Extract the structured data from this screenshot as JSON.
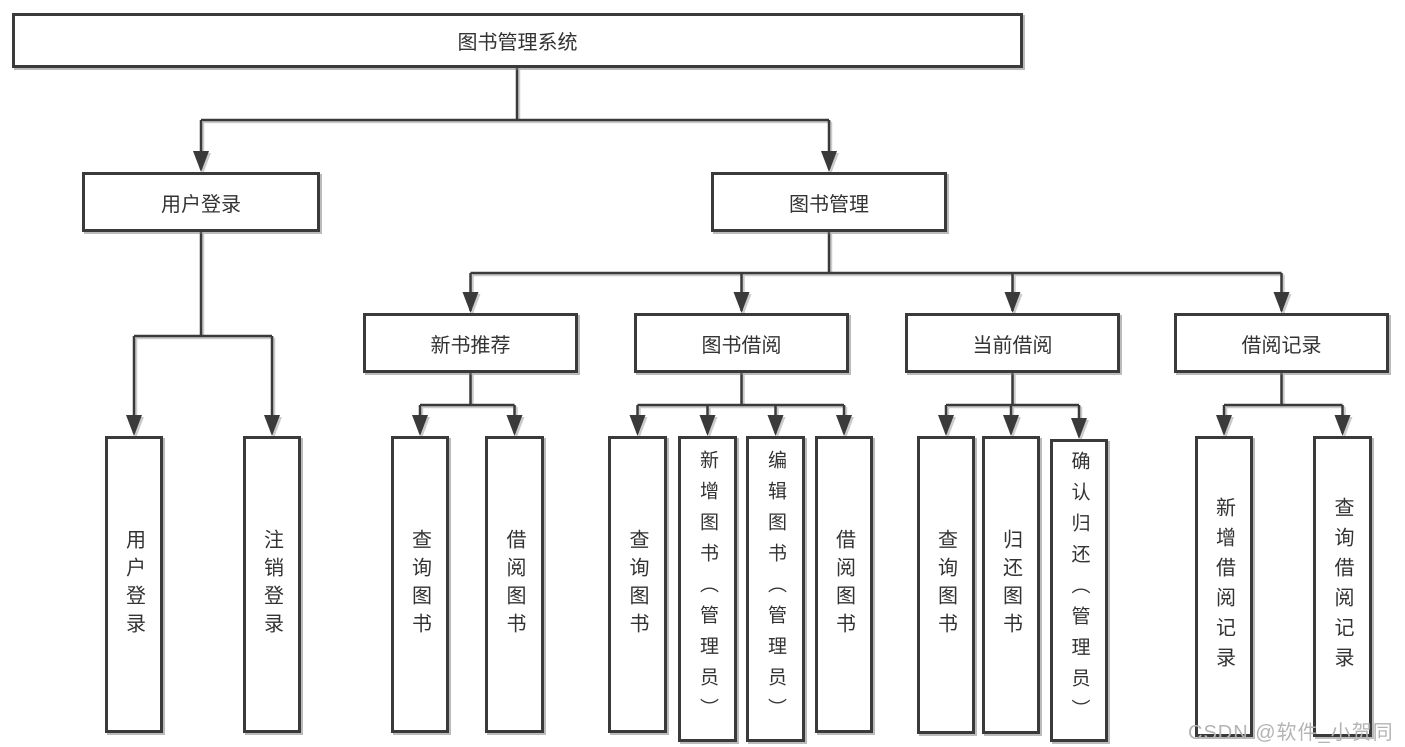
{
  "tree": {
    "root": {
      "label": "图书管理系统",
      "children": [
        {
          "label": "用户登录",
          "children": [
            {
              "label": "用户登录"
            },
            {
              "label": "注销登录"
            }
          ]
        },
        {
          "label": "图书管理",
          "children": [
            {
              "label": "新书推荐",
              "children": [
                {
                  "label": "查询图书"
                },
                {
                  "label": "借阅图书"
                }
              ]
            },
            {
              "label": "图书借阅",
              "children": [
                {
                  "label": "查询图书"
                },
                {
                  "label": "新增图书（管理员）"
                },
                {
                  "label": "编辑图书（管理员）"
                },
                {
                  "label": "借阅图书"
                }
              ]
            },
            {
              "label": "当前借阅",
              "children": [
                {
                  "label": "查询图书"
                },
                {
                  "label": "归还图书"
                },
                {
                  "label": "确认归还（管理员）"
                }
              ]
            },
            {
              "label": "借阅记录",
              "children": [
                {
                  "label": "新增借阅记录"
                },
                {
                  "label": "查询借阅记录"
                }
              ]
            }
          ]
        }
      ]
    }
  },
  "watermark": "CSDN @软件_小贺同学",
  "colors": {
    "line": "#3a3a3a",
    "box_border": "#3a3a3a",
    "text": "#333333",
    "watermark": "#b4b4b4",
    "background": "#ffffff"
  }
}
